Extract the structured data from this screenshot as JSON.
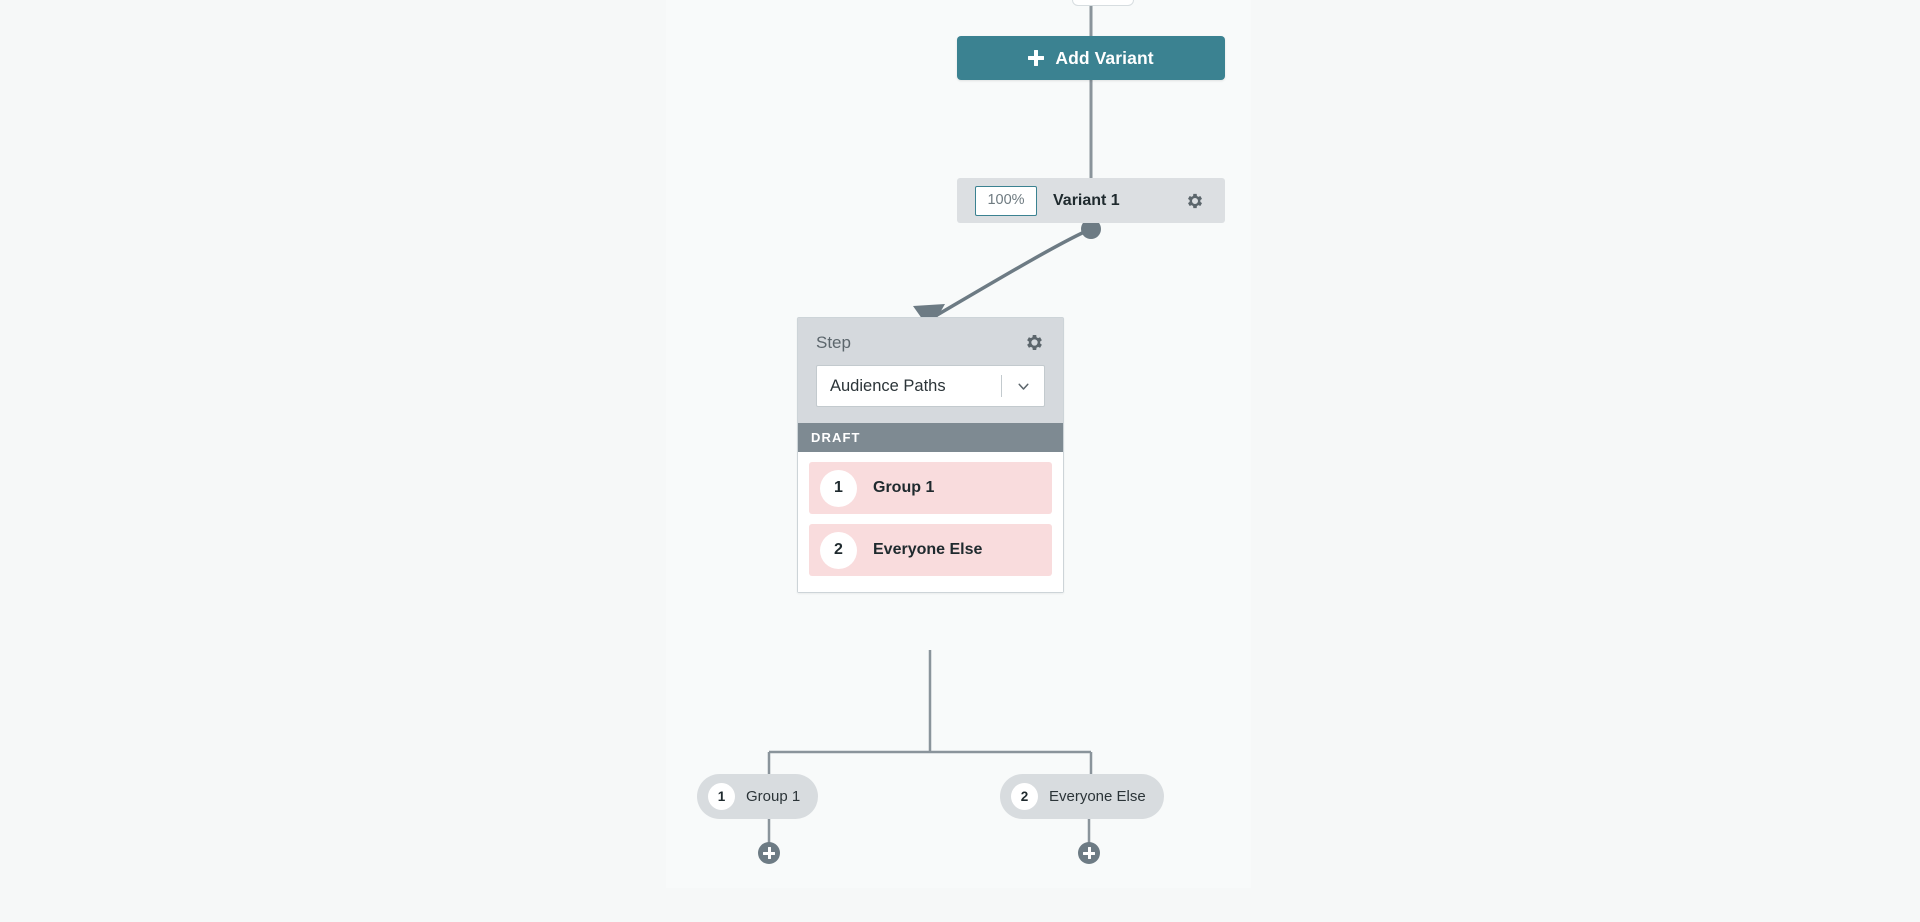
{
  "canvas": {
    "background_color": "#f8fafa",
    "page_background_color": "#f6f8f8"
  },
  "colors": {
    "accent_teal": "#3b8291",
    "draft_bar_gray": "#7e8a92",
    "group_pink": "#f9dcdd",
    "variant_row_gray": "#dcdfe2",
    "step_header_gray": "#d5d9dd",
    "pill_gray": "#d8dcdf",
    "connector_gray": "#6d7b84"
  },
  "add_variant_button": {
    "label": "Add Variant",
    "icon": "plus-icon"
  },
  "variant_row": {
    "percentage_value": "100%",
    "percentage_placeholder": "100%",
    "name": "Variant 1",
    "settings_icon": "gear-icon"
  },
  "step_card": {
    "title": "Step",
    "settings_icon": "gear-icon",
    "step_type_selected": "Audience Paths",
    "step_type_options": [
      "Audience Paths"
    ],
    "dropdown_icon": "chevron-down-icon",
    "status_badge": "DRAFT",
    "groups": [
      {
        "number": "1",
        "label": "Group 1"
      },
      {
        "number": "2",
        "label": "Everyone Else"
      }
    ]
  },
  "branch_nodes": [
    {
      "number": "1",
      "label": "Group 1",
      "add_icon": "plus-icon"
    },
    {
      "number": "2",
      "label": "Everyone Else",
      "add_icon": "plus-icon"
    }
  ]
}
